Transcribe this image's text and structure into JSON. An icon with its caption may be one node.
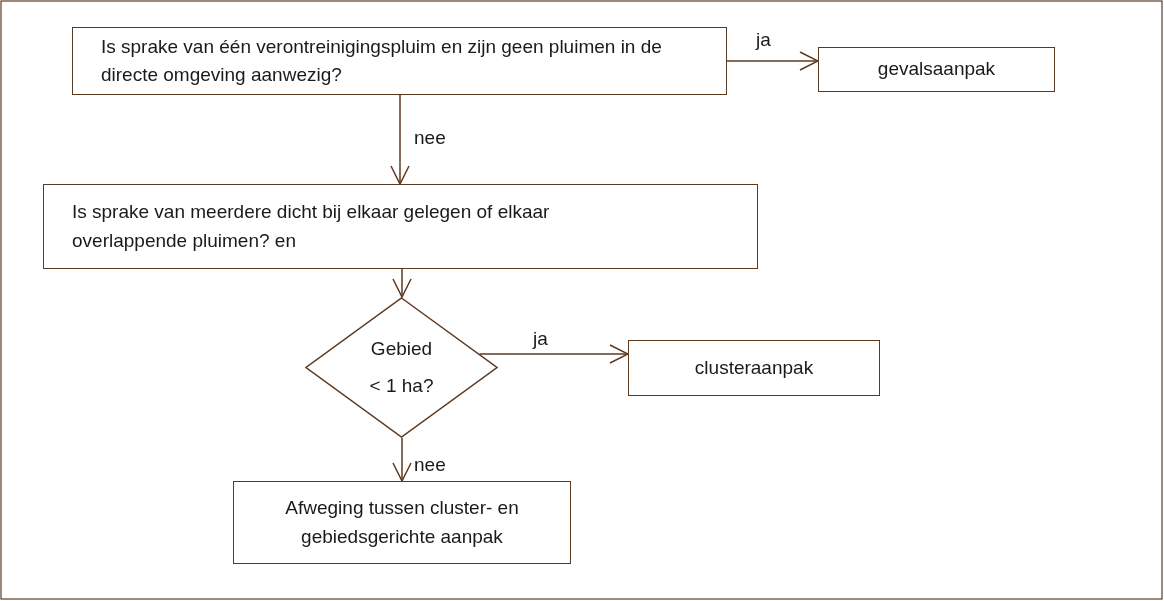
{
  "diagram": {
    "nodes": [
      {
        "text": [
          "Is sprake van één verontreinigingspluim en zijn geen pluimen in de directe omgeving aanwezig?"
        ]
      },
      {
        "text": [
          "gevalsaanpak"
        ]
      },
      {
        "text": [
          "Is sprake van meerdere dicht bij elkaar gelegen of elkaar overlappende pluimen? en"
        ]
      },
      {
        "text": [
          "Gebied < 1 ha?"
        ]
      },
      {
        "text": [
          "clusteraanpak"
        ]
      },
      {
        "text": [
          "Afweging tussen cluster- en gebiedsgerichte aanpak"
        ]
      }
    ],
    "edges": [
      {
        "from": 0,
        "to": 1,
        "arrow": "to",
        "label": "ja"
      },
      {
        "from": 0,
        "to": 2,
        "arrow": "to",
        "label": "nee"
      },
      {
        "from": 2,
        "to": 3,
        "arrow": "to"
      },
      {
        "from": 3,
        "to": 4,
        "arrow": "to",
        "label": "ja"
      },
      {
        "from": 3,
        "to": 5,
        "arrow": "to",
        "label": "nee"
      }
    ]
  }
}
